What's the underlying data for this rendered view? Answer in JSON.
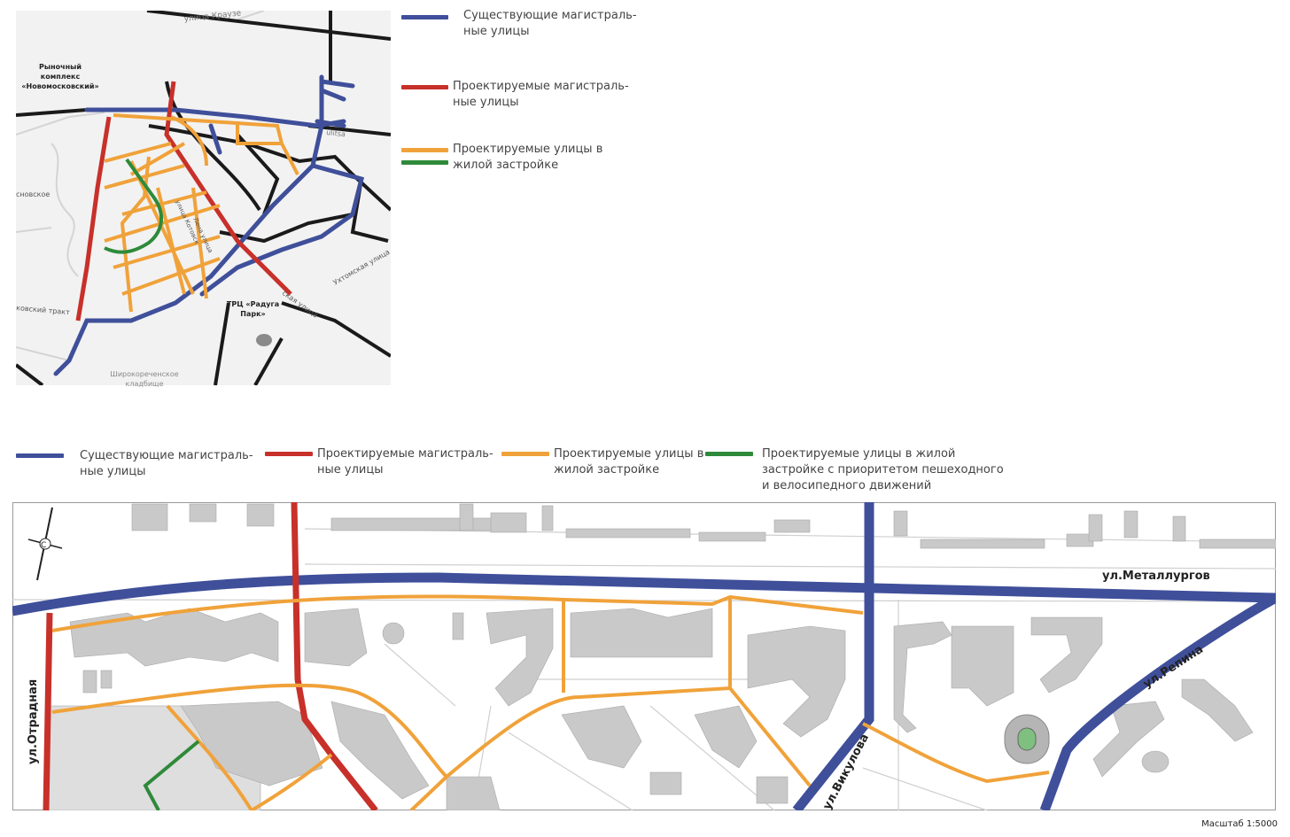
{
  "colors": {
    "existing": "#3f4f9a",
    "projected_main": "#c8302a",
    "projected_residential": "#f0a23a",
    "pedestrian_priority": "#2e8a3a",
    "roads": "#1a1a1a",
    "buildings": "#c9c9c9"
  },
  "top_legend": {
    "existing": "Существующие магистраль-\nные улицы",
    "projected_main": "Проектируемые магистраль-\nные улицы",
    "projected_residential": "Проектируемые улицы в\nжилой застройке"
  },
  "top_map": {
    "labels": {
      "street_krauze": "улица Краузе",
      "market": "Рыночный\nкомплекс\n«Новомосковский»",
      "tract_left": "сновское",
      "trakt": "ковский тракт",
      "mall": "ТРЦ «Радуга\nПарк»",
      "ukhtomskaya": "Ухтомская улица",
      "shirokorechenskoe": "Широкореченское\nкладбище",
      "street_right": "ская улица",
      "ulitsa_kotovsk": "улица Котовск",
      "lenivskaya": "Лена улица"
    }
  },
  "bottom_legend": {
    "existing": "Существующие магистраль-\nные улицы",
    "projected_main": "Проектируемые магистраль-\nные улицы",
    "projected_residential": "Проектируемые улицы в\nжилой застройке",
    "pedestrian_priority": "Проектируемые улицы в жилой\nзастройке с приоритетом пешеходного\nи велосипедного движений"
  },
  "bottom_map": {
    "labels": {
      "metallurgov": "ул.Металлургов",
      "otradnaya": "ул.Отрадная",
      "vikulova": "ул.Викулова",
      "repina": "ул.Репина",
      "north": "С"
    }
  },
  "scale": "Масштаб 1:5000"
}
